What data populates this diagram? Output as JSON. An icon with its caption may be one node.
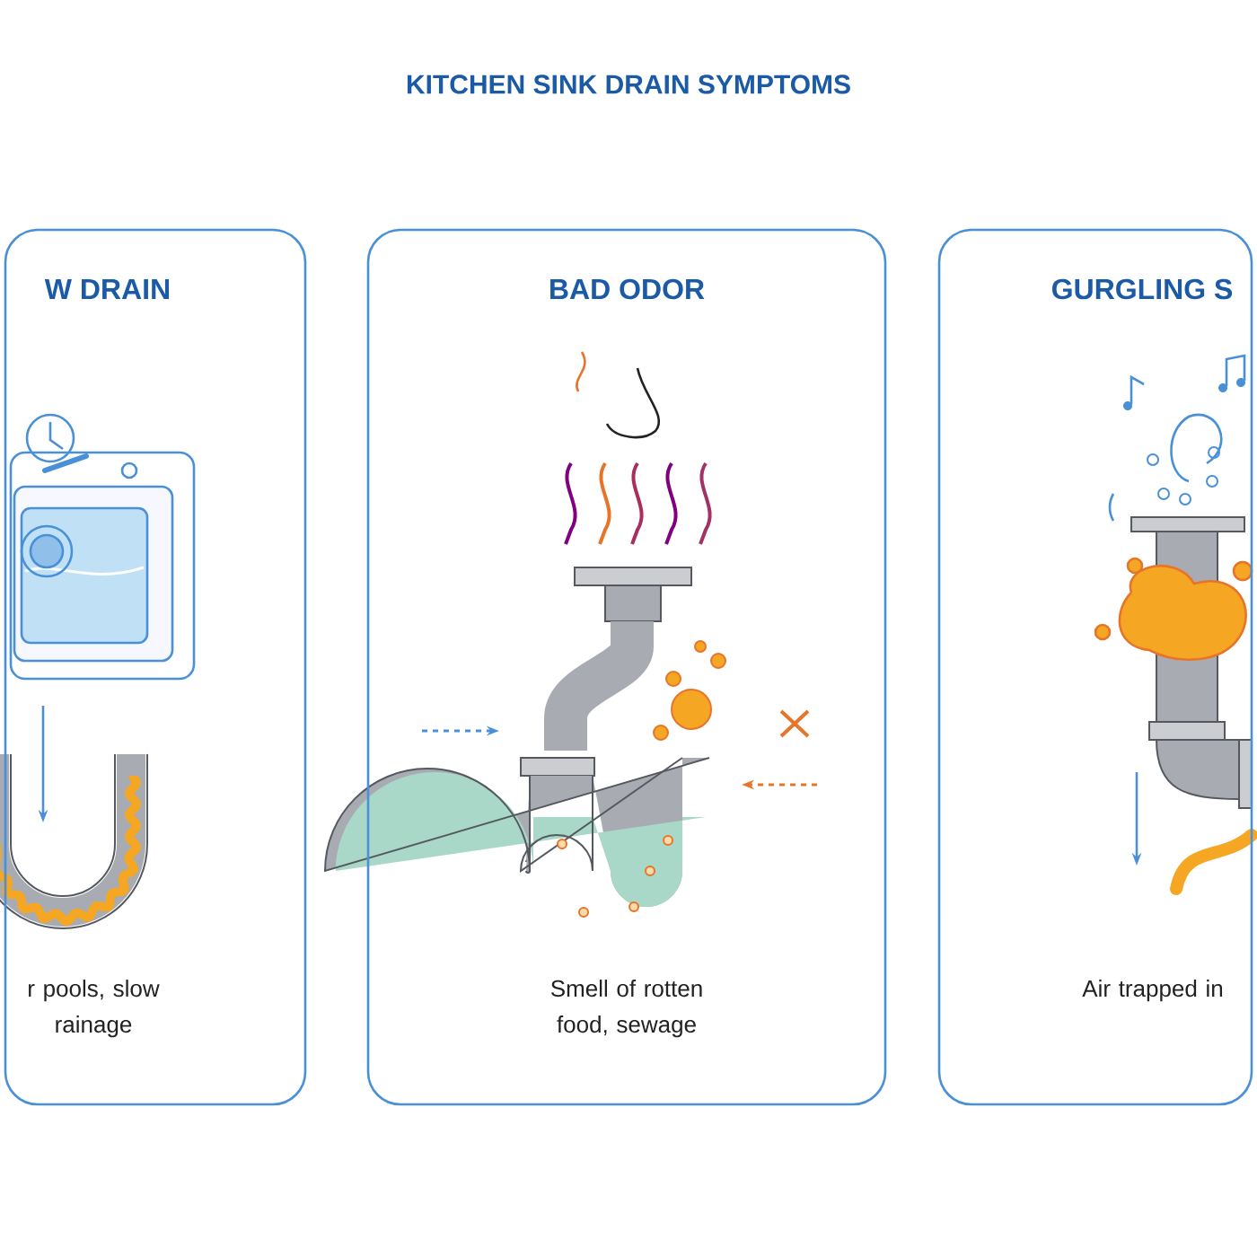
{
  "diagram": {
    "title": "KITCHEN SINK DRAIN SYMPTOMS",
    "nodes": [
      {
        "text": [
          "W DRAIN",
          "r pools, slow rainage"
        ]
      },
      {
        "text": [
          "BAD ODOR",
          "Smell of rotten food, sewage"
        ]
      },
      {
        "text": [
          "GURGLING S",
          "Air trapped in"
        ]
      }
    ]
  }
}
